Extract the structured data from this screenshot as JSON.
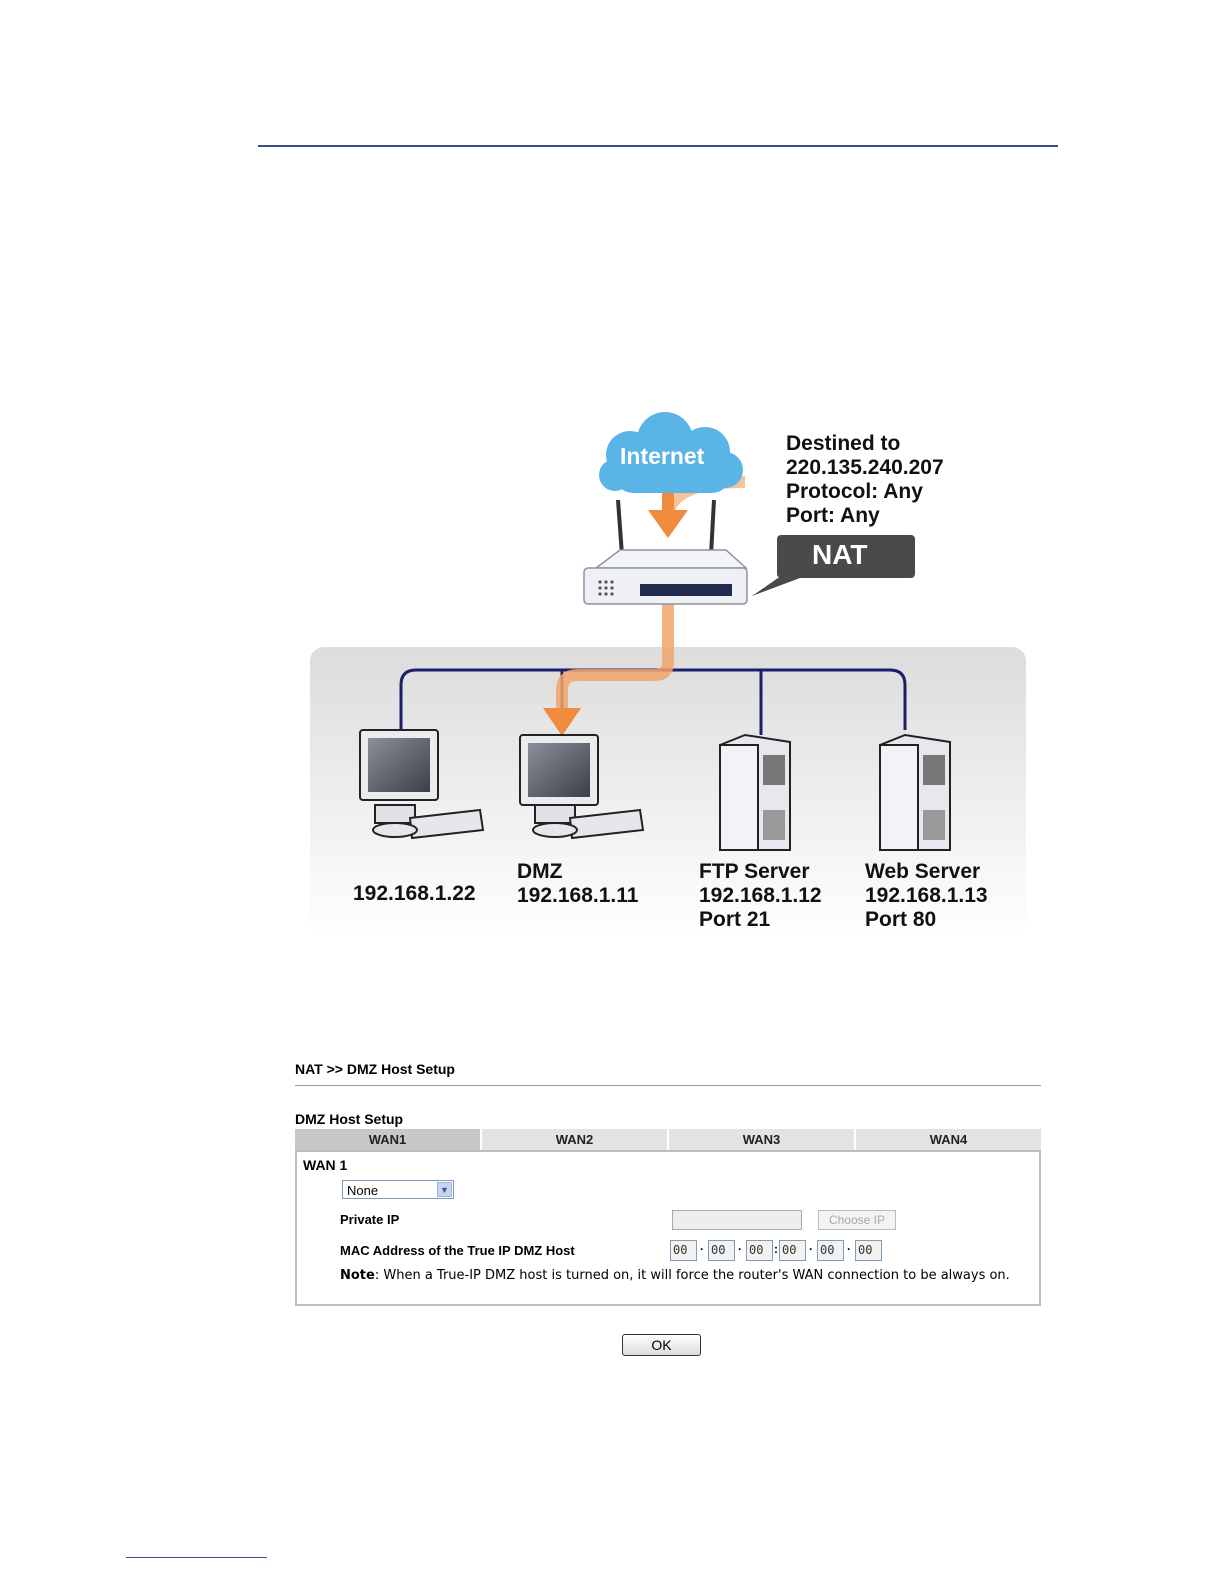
{
  "diagram": {
    "cloud_label": "Internet",
    "nat_label": "NAT",
    "destination_lines": [
      "Destined to",
      "220.135.240.207",
      "Protocol: Any",
      "Port: Any"
    ],
    "hosts": [
      {
        "lines": [
          "192.168.1.22"
        ]
      },
      {
        "lines": [
          "DMZ",
          "192.168.1.11"
        ]
      },
      {
        "lines": [
          "FTP Server",
          "192.168.1.12",
          "Port 21"
        ]
      },
      {
        "lines": [
          "Web Server",
          "192.168.1.13",
          "Port 80"
        ]
      }
    ],
    "colors": {
      "cloud": "#5ab4e6",
      "arrow": "#f0a060",
      "line": "#1b1f6b",
      "nat_box": "#4a4a4a"
    }
  },
  "ui": {
    "breadcrumb": "NAT >> DMZ Host Setup",
    "section_title": "DMZ Host Setup",
    "tabs": [
      {
        "label": "WAN1",
        "active": true
      },
      {
        "label": "WAN2",
        "active": false
      },
      {
        "label": "WAN3",
        "active": false
      },
      {
        "label": "WAN4",
        "active": false
      }
    ],
    "panel_title": "WAN 1",
    "mode_select": {
      "selected": "None"
    },
    "private_ip": {
      "label": "Private IP",
      "value": "",
      "choose_button": "Choose IP"
    },
    "mac": {
      "label": "MAC Address of the True IP DMZ Host",
      "octets": [
        "00",
        "00",
        "00",
        "00",
        "00",
        "00"
      ]
    },
    "note": {
      "prefix": "Note",
      "text": ": When a True-IP DMZ host is turned on, it will force the router's WAN connection to be always on."
    },
    "ok_button": "OK"
  }
}
